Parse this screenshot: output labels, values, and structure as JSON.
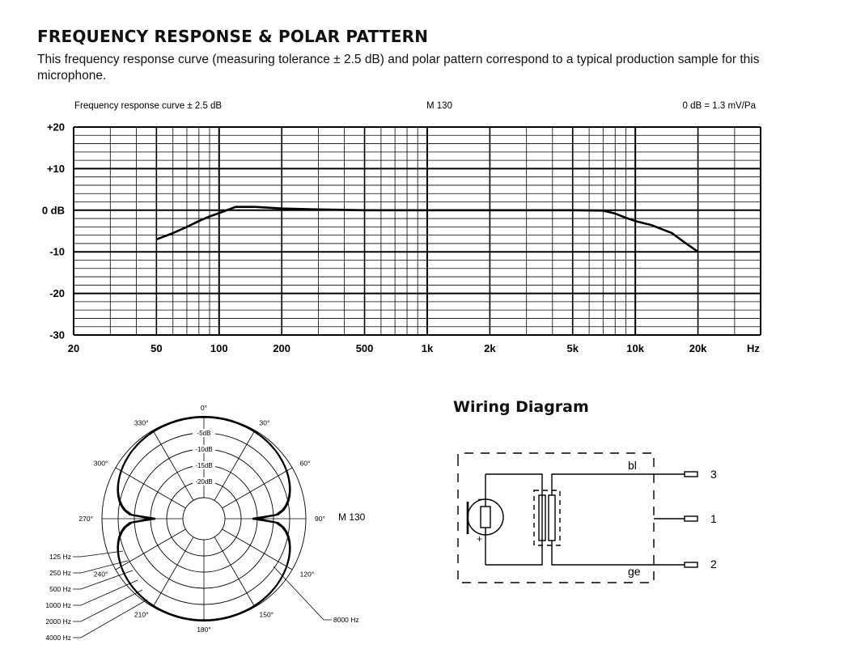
{
  "page": {
    "title": "FREQUENCY RESPONSE & POLAR PATTERN",
    "subtitle": "This frequency response curve (measuring tolerance ± 2.5 dB) and polar pattern correspond to a typical production sample for this microphone."
  },
  "chart_data": [
    {
      "type": "line",
      "header_left": "Frequency response curve ± 2.5 dB",
      "header_center": "M 130",
      "header_right": "0 dB = 1.3 mV/Pa",
      "x_scale": "log",
      "xlim": [
        20,
        40000
      ],
      "ylim": [
        -30,
        20
      ],
      "x_tick_values": [
        20,
        50,
        100,
        200,
        500,
        1000,
        2000,
        5000,
        10000,
        20000
      ],
      "x_tick_labels": [
        "20",
        "50",
        "100",
        "200",
        "500",
        "1k",
        "2k",
        "5k",
        "10k",
        "20k"
      ],
      "x_unit_label": "Hz",
      "y_tick_values": [
        20,
        10,
        0,
        -10,
        -20,
        -30
      ],
      "y_tick_labels": [
        "+20",
        "+10",
        "0 dB",
        "-10",
        "-20",
        "-30"
      ],
      "grid": true,
      "series": [
        {
          "x": [
            50,
            60,
            70,
            80,
            90,
            100,
            120,
            150,
            200,
            300,
            500,
            1000,
            2000,
            5000,
            7000,
            8000,
            9000,
            10000,
            12000,
            15000,
            17000,
            20000
          ],
          "y": [
            -7,
            -5.5,
            -4,
            -2.6,
            -1.5,
            -0.7,
            0.8,
            0.8,
            0.4,
            0.2,
            0,
            0,
            0,
            0,
            -0.1,
            -0.8,
            -1.8,
            -2.6,
            -3.6,
            -5.5,
            -7.5,
            -10
          ]
        }
      ]
    },
    {
      "type": "polar",
      "angle_labels": [
        "0°",
        "30°",
        "60°",
        "90°",
        "120°",
        "150°",
        "180°",
        "210°",
        "240°",
        "270°",
        "300°",
        "330°"
      ],
      "ring_labels": [
        "-5dB",
        "-10dB",
        "-15dB",
        "-20dB"
      ],
      "ring_values_db": [
        -5,
        -10,
        -15,
        -20
      ],
      "center_label": "M 130",
      "legend_left": [
        "125 Hz",
        "250 Hz",
        "500 Hz",
        "1000 Hz",
        "2000 Hz",
        "4000 Hz"
      ],
      "legend_right": [
        "8000 Hz"
      ],
      "pattern": "figure-8"
    }
  ],
  "wiring": {
    "title": "Wiring Diagram",
    "label_bl": "bl",
    "label_ge": "ge",
    "pins": [
      "3",
      "1",
      "2"
    ],
    "minus": "−",
    "plus": "+"
  }
}
